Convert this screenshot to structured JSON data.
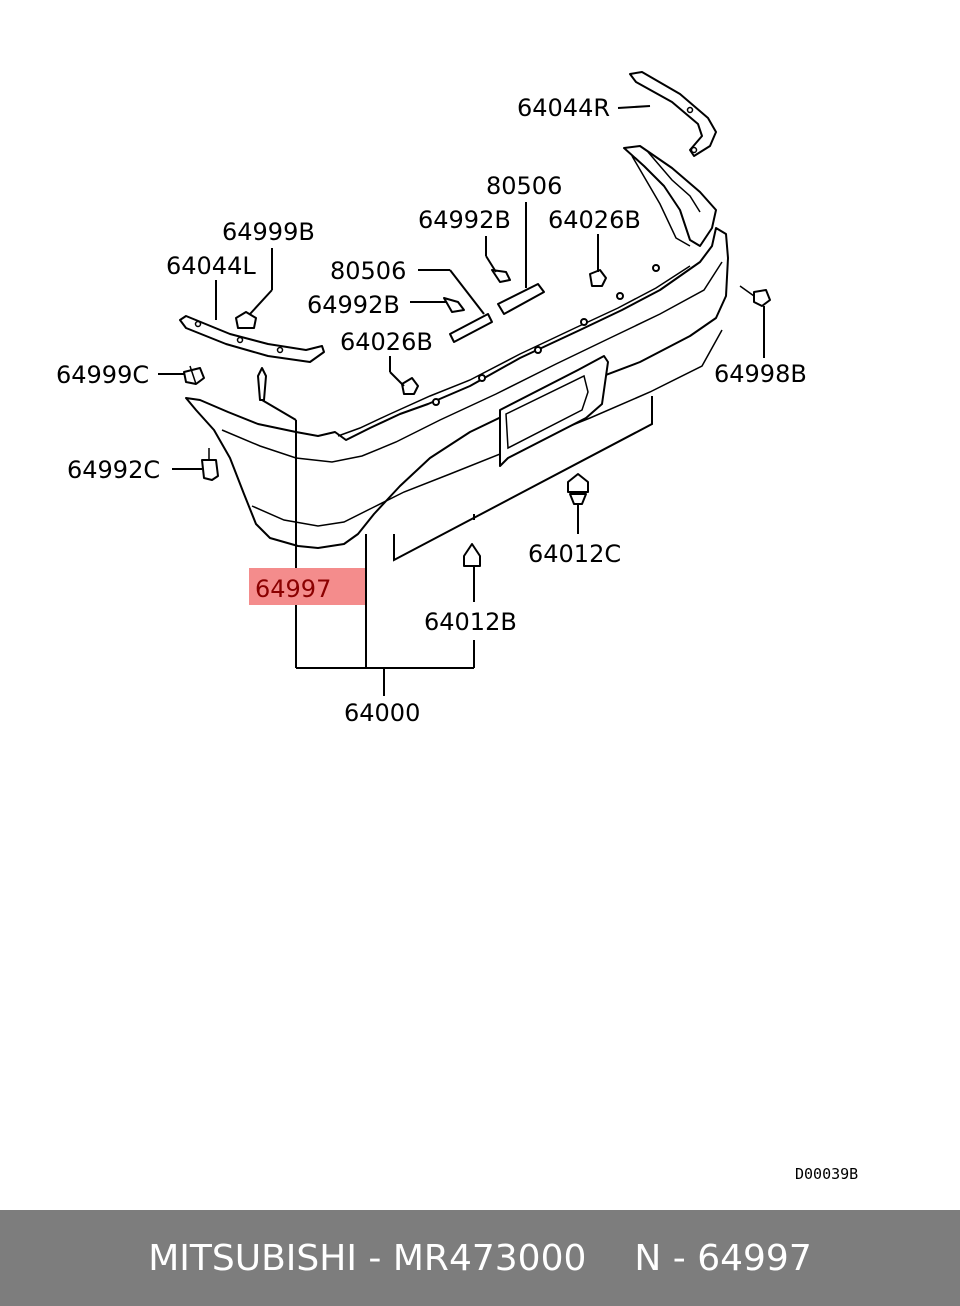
{
  "diagram": {
    "labels": {
      "p64044R": "64044R",
      "p80506a": "80506",
      "p64992Ba": "64992B",
      "p64026Ba": "64026B",
      "p64999B": "64999B",
      "p64044L": "64044L",
      "p80506b": "80506",
      "p64992Bb": "64992B",
      "p64026Bb": "64026B",
      "p64999C": "64999C",
      "p64998B": "64998B",
      "p64992C": "64992C",
      "p64997": "64997",
      "p64012C": "64012C",
      "p64012B": "64012B",
      "p64000": "64000"
    },
    "drawing_code": "D00039B",
    "highlight_color": "#f48c8c"
  },
  "footer": {
    "brand": "MITSUBISHI",
    "separator": "-",
    "part_number": "MR473000",
    "position_prefix": "N",
    "position_number": "64997"
  }
}
